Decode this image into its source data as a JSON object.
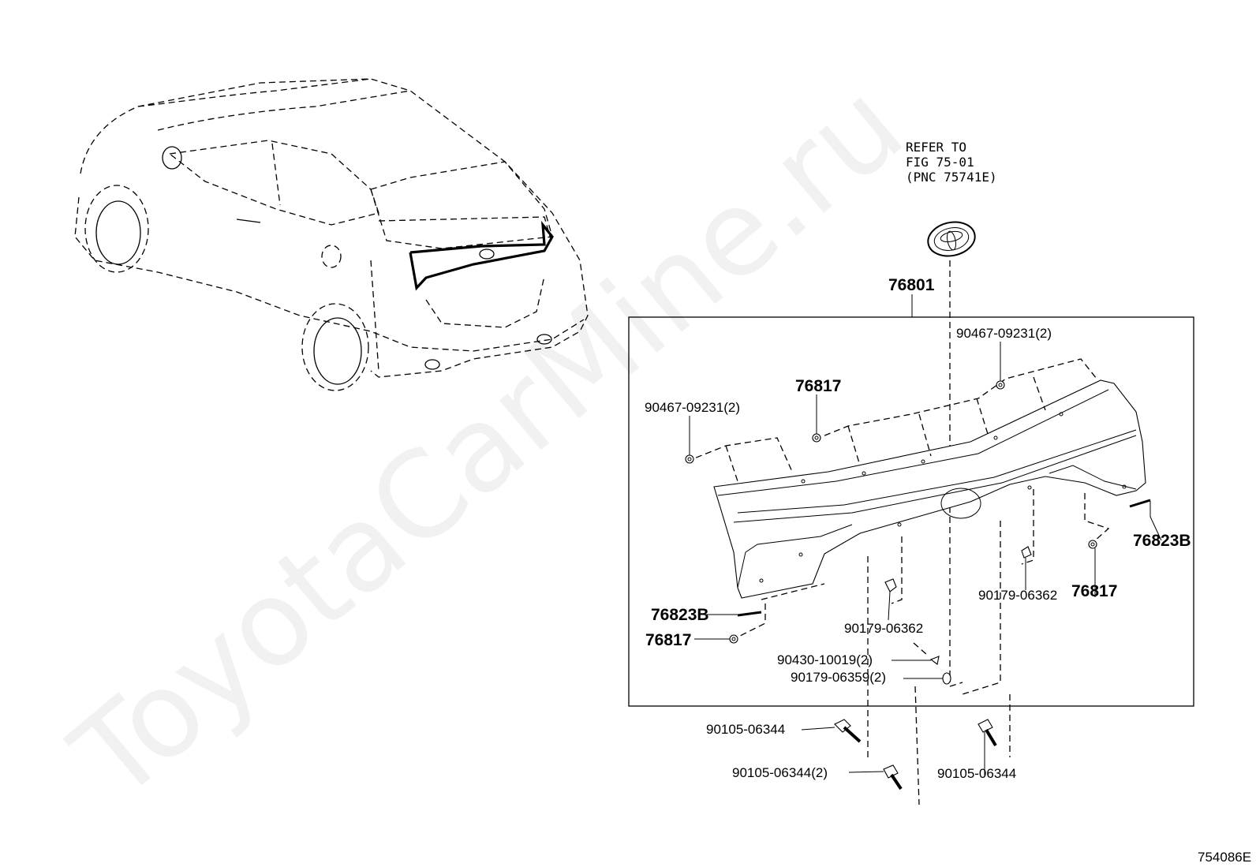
{
  "watermark": "ToyotaCarMine.ru",
  "figure_id": "754086E",
  "reference": {
    "line1": "REFER TO",
    "line2": "FIG 75-01",
    "line3": "(PNC 75741E)"
  },
  "main_part": "76801",
  "labels": {
    "clip_top_right": "90467-09231(2)",
    "clip_top_left": "90467-09231(2)",
    "grommet_top": "76817",
    "strip_right": "76823B",
    "grommet_right": "76817",
    "clip_right": "90179-06362",
    "clip_center": "90179-06362",
    "strip_left": "76823B",
    "grommet_left": "76817",
    "nut_small": "90430-10019(2)",
    "clip_lower": "90179-06359(2)",
    "bolt_left": "90105-06344",
    "bolt_center": "90105-06344(2)",
    "bolt_right": "90105-06344"
  }
}
